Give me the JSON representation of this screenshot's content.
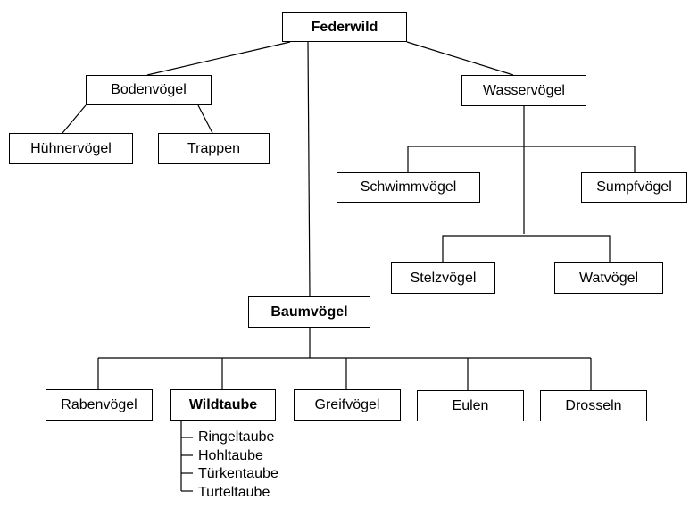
{
  "nodes": {
    "federwild": "Federwild",
    "bodenvoegel": "Bodenvögel",
    "huehnervoegel": "Hühnervögel",
    "trappen": "Trappen",
    "wasservoegel": "Wasservögel",
    "schwimmvoegel": "Schwimmvögel",
    "sumpfvoegel": "Sumpfvögel",
    "stelzvoegel": "Stelzvögel",
    "watvoegel": "Watvögel",
    "baumvoegel": "Baumvögel",
    "rabenvoegel": "Rabenvögel",
    "wildtaube": "Wildtaube",
    "greifvoegel": "Greifvögel",
    "eulen": "Eulen",
    "drosseln": "Drosseln"
  },
  "wildtaube_arten": [
    "Ringeltaube",
    "Hohltaube",
    "Türkentaube",
    "Turteltaube"
  ]
}
